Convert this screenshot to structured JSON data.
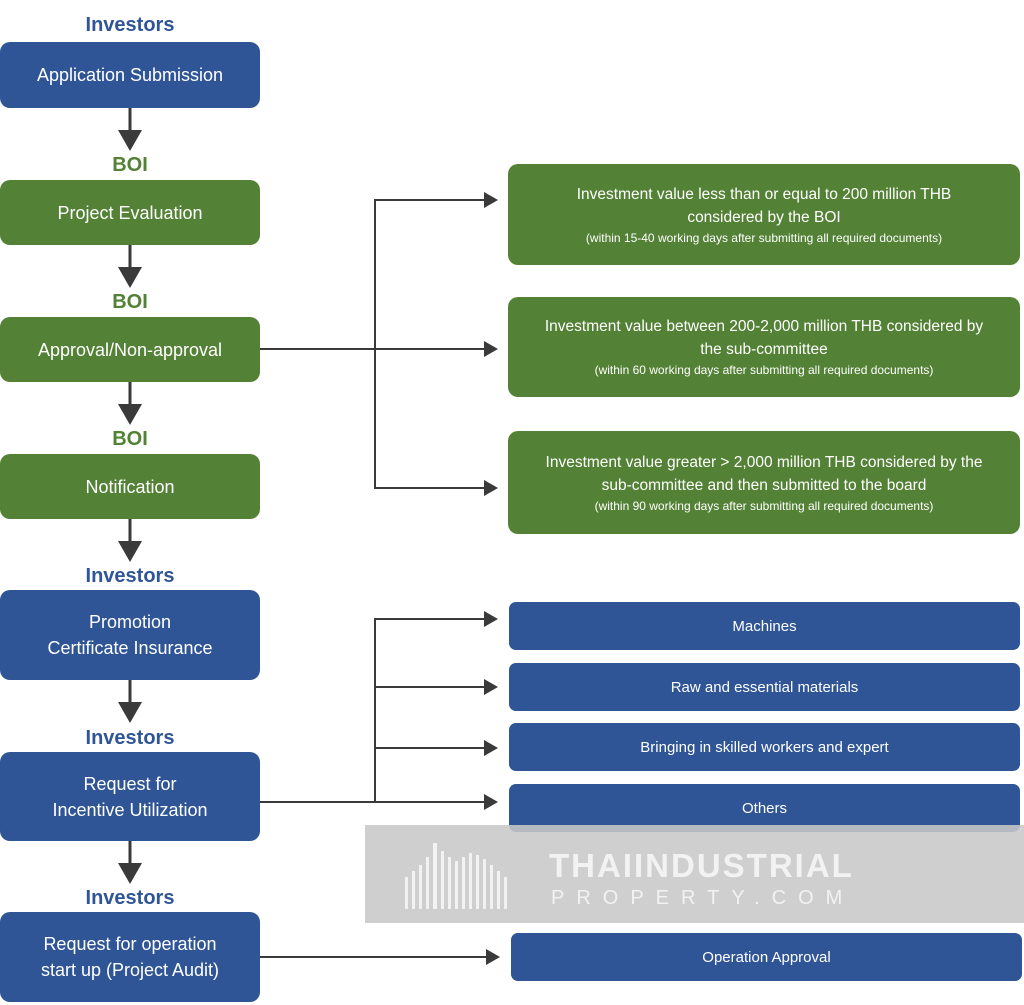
{
  "left_column": [
    {
      "label": "Investors",
      "box": [
        "Application Submission"
      ]
    },
    {
      "label": "BOI",
      "box": [
        "Project Evaluation"
      ]
    },
    {
      "label": "BOI",
      "box": [
        "Approval/Non-approval"
      ]
    },
    {
      "label": "BOI",
      "box": [
        "Notification"
      ]
    },
    {
      "label": "Investors",
      "box": [
        "Promotion",
        "Certificate Insurance"
      ]
    },
    {
      "label": "Investors",
      "box": [
        "Request for",
        "Incentive Utilization"
      ]
    },
    {
      "label": "Investors",
      "box": [
        "Request for operation",
        "start up (Project Audit)"
      ]
    }
  ],
  "approval_options": [
    {
      "main": [
        "Investment value less than or equal to 200 million THB",
        "considered by the BOI"
      ],
      "note": "(within 15-40 working days after submitting all required documents)"
    },
    {
      "main": [
        "Investment value between 200-2,000 million THB considered by",
        "the sub-committee"
      ],
      "note": "(within 60 working days after submitting all required documents)"
    },
    {
      "main": [
        "Investment value greater > 2,000 million THB considered by the",
        "sub-committee and then submitted to the board"
      ],
      "note": "(within 90 working days after submitting all required documents)"
    }
  ],
  "incentives": [
    "Machines",
    "Raw and essential materials",
    "Bringing in skilled workers and expert",
    "Others"
  ],
  "final_result": "Operation Approval",
  "watermark": {
    "line1": "THAIINDUSTRIAL",
    "line2": "PROPERTY.COM"
  },
  "colors": {
    "blue": "#2f5597",
    "green": "#538135",
    "arrow": "#3a3a3a"
  }
}
